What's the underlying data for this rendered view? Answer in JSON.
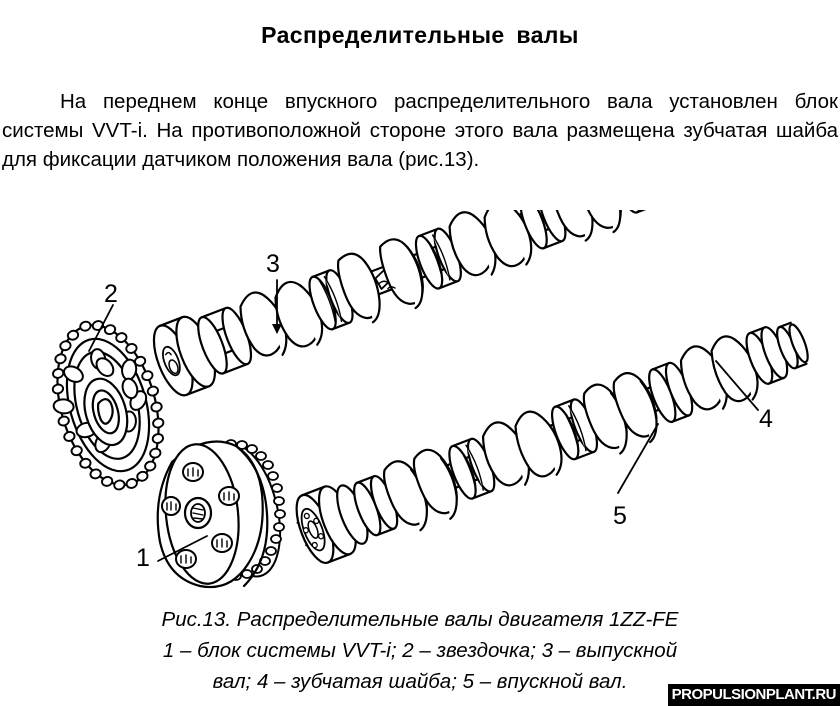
{
  "document": {
    "title": "Распределительные валы",
    "body_paragraph": "На переднем конце впускного распределительного вала установлен блок системы VVT-i. На противоположной стороне этого вала размещена зубчатая шайба для фиксации датчиком положения вала (рис.13)."
  },
  "figure": {
    "caption_lines": [
      "Рис.13. Распределительные валы двигателя 1ZZ-FE",
      "1 – блок системы VVT-i;  2 – звездочка;  3 – выпускной",
      "вал;  4 – зубчатая шайба;  5 – впускной вал."
    ],
    "callouts": [
      {
        "number": "1",
        "refers_to": "блок системы VVT-i"
      },
      {
        "number": "2",
        "refers_to": "звездочка"
      },
      {
        "number": "3",
        "refers_to": "выпускной вал"
      },
      {
        "number": "4",
        "refers_to": "зубчатая шайба"
      },
      {
        "number": "5",
        "refers_to": "впускной вал"
      }
    ],
    "parts": {
      "sprocket": "звездочка",
      "vvti_unit": "блок системы VVT-i",
      "exhaust_camshaft": "выпускной распределительный вал",
      "intake_camshaft": "впускной распределительный вал",
      "toothed_washer": "зубчатая шайба"
    },
    "style": {
      "line_color": "#000000",
      "fill_color": "#ffffff",
      "background": "#ffffff"
    }
  },
  "watermark": {
    "text": "PROPULSIONPLANT.RU",
    "background": "#000000",
    "color": "#ffffff"
  }
}
